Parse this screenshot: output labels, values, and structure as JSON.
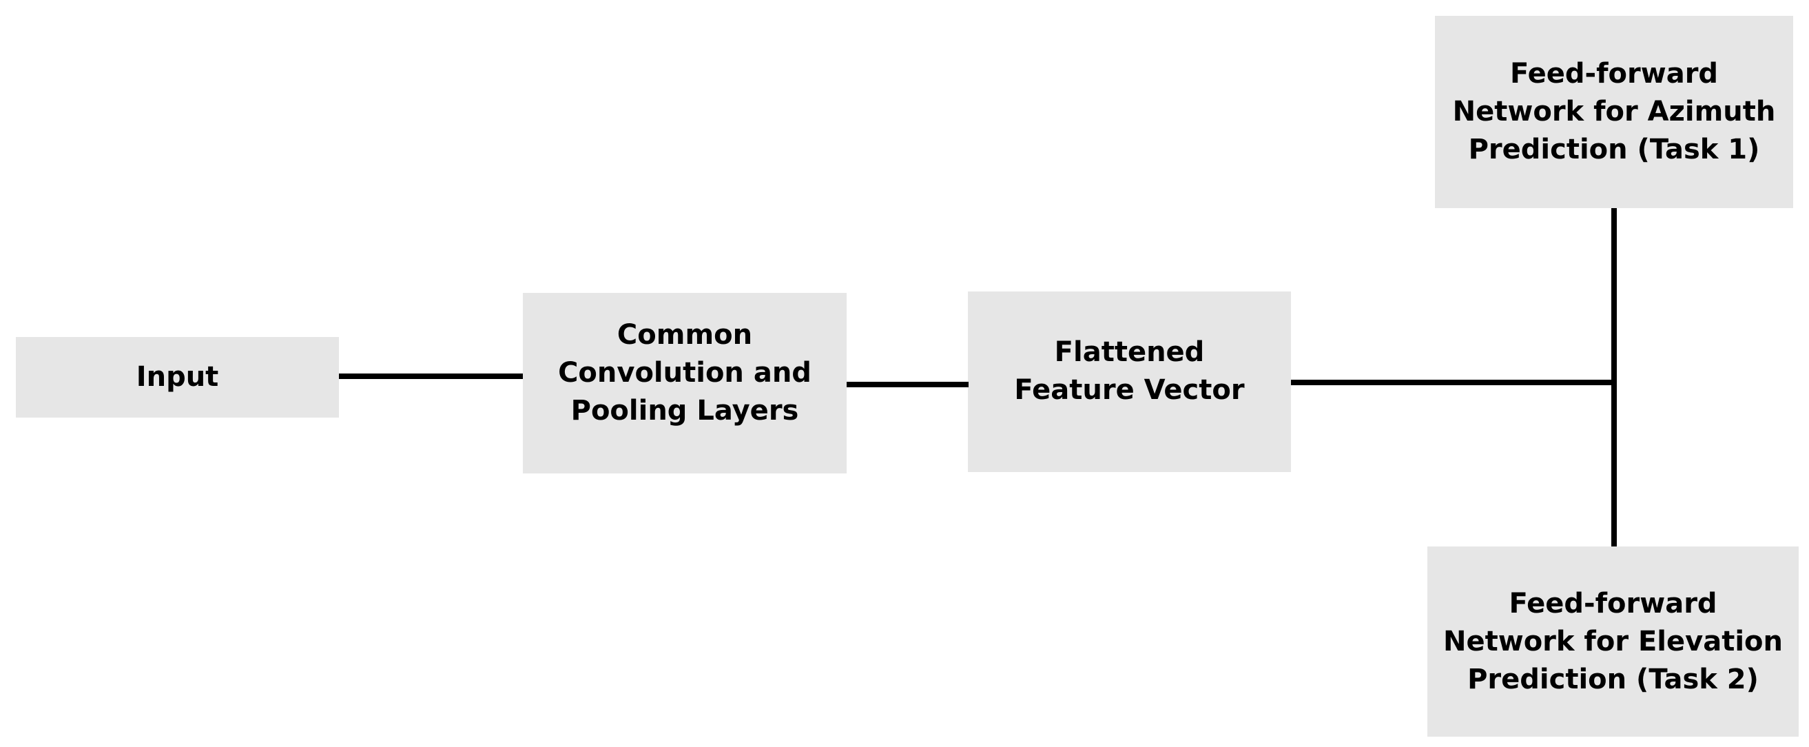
{
  "colors": {
    "background": "#ffffff",
    "node_fill": "#e6e6e6",
    "edge": "#000000",
    "text": "#000000"
  },
  "nodes": {
    "input": {
      "lines": [
        "Input"
      ]
    },
    "conv": {
      "lines": [
        "Common",
        "Convolution and",
        "Pooling Layers"
      ]
    },
    "flattened": {
      "lines": [
        "Flattened",
        "Feature Vector"
      ]
    },
    "task1": {
      "lines": [
        "Feed-forward",
        "Network for Azimuth",
        "Prediction (Task 1)"
      ]
    },
    "task2": {
      "lines": [
        "Feed-forward",
        "Network for Elevation",
        "Prediction (Task 2)"
      ]
    }
  },
  "edges": [
    {
      "from": "input",
      "to": "conv"
    },
    {
      "from": "conv",
      "to": "flattened"
    },
    {
      "from": "flattened",
      "to": "task1"
    },
    {
      "from": "flattened",
      "to": "task2"
    }
  ]
}
